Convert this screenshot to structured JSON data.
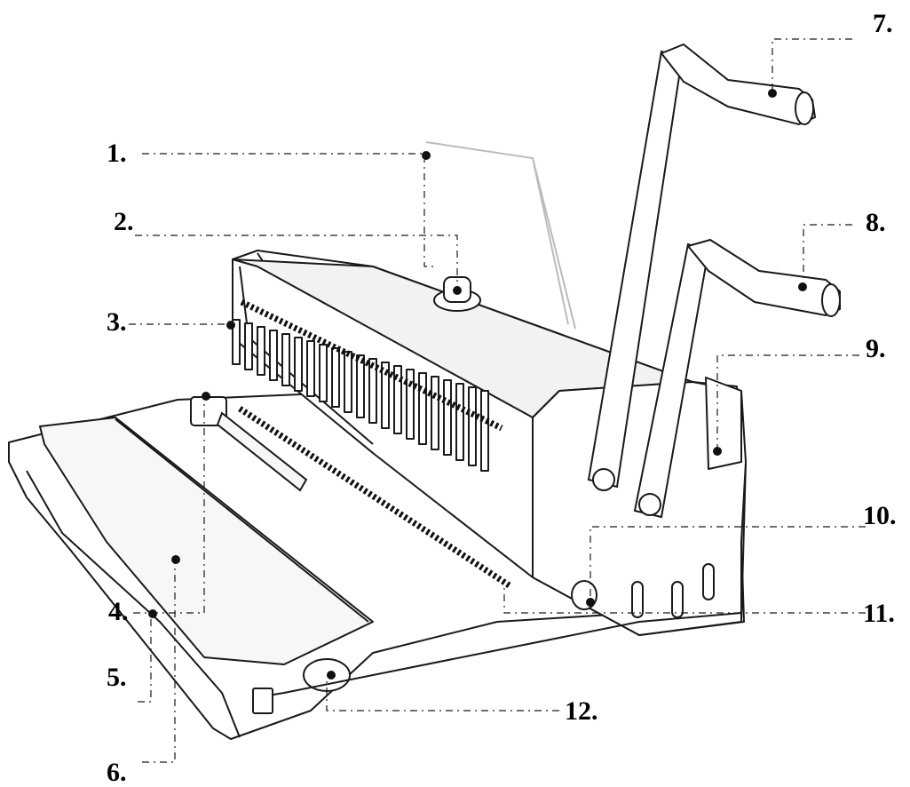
{
  "diagram": {
    "callouts": [
      {
        "id": "c1",
        "label": "1."
      },
      {
        "id": "c2",
        "label": "2."
      },
      {
        "id": "c3",
        "label": "3."
      },
      {
        "id": "c4",
        "label": "4."
      },
      {
        "id": "c5",
        "label": "5."
      },
      {
        "id": "c6",
        "label": "6."
      },
      {
        "id": "c7",
        "label": "7."
      },
      {
        "id": "c8",
        "label": "8."
      },
      {
        "id": "c9",
        "label": "9."
      },
      {
        "id": "c10",
        "label": "10."
      },
      {
        "id": "c11",
        "label": "11."
      },
      {
        "id": "c12",
        "label": "12."
      }
    ]
  },
  "colors": {
    "line": "#1a1a1a",
    "fill": "#ffffff",
    "shade": "#e9e9e9",
    "dark": "#111111"
  }
}
